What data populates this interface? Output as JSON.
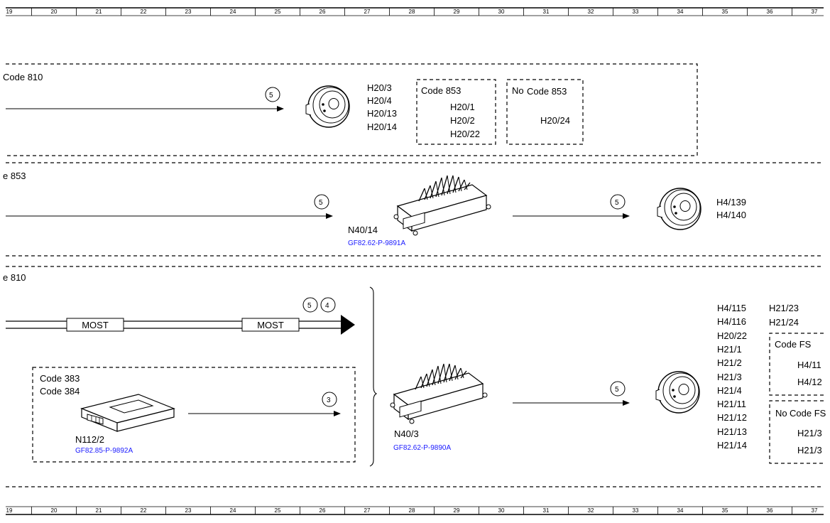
{
  "ruler": {
    "numbers": [
      "19",
      "20",
      "21",
      "22",
      "23",
      "24",
      "25",
      "26",
      "27",
      "28",
      "29",
      "30",
      "31",
      "32",
      "33",
      "34",
      "35",
      "36",
      "37"
    ]
  },
  "section1": {
    "heading": "Code 810",
    "circle": "5",
    "ids": [
      "H20/3",
      "H20/4",
      "H20/13",
      "H20/14"
    ],
    "box_a": {
      "title": "Code 853",
      "ids": [
        "H20/1",
        "H20/2",
        "H20/22"
      ]
    },
    "box_b": {
      "prefix": "No",
      "title": "Code 853",
      "ids": [
        "H20/24"
      ]
    }
  },
  "section2": {
    "heading": "e 853",
    "circle_left": "5",
    "module": "N40/14",
    "module_link": "GF82.62-P-9891A",
    "circle_right": "5",
    "ids": [
      "H4/139",
      "H4/140"
    ]
  },
  "section3": {
    "heading": "e 810",
    "most_left": "MOST",
    "most_right": "MOST",
    "circle_a": "5",
    "circle_b": "4",
    "sub_codes": [
      "Code 383",
      "Code 384"
    ],
    "sub_module": "N112/2",
    "sub_link": "GF82.85-P-9892A",
    "circle_sub": "3",
    "module": "N40/3",
    "module_link": "GF82.62-P-9890A",
    "circle_right": "5",
    "ids_col1": [
      "H4/115",
      "H4/116",
      "H20/22",
      "H21/1",
      "H21/2",
      "H21/3",
      "H21/4",
      "H21/11",
      "H21/12",
      "H21/13",
      "H21/14"
    ],
    "ids_col2": [
      "H21/23",
      "H21/24"
    ],
    "box_fs": {
      "title": "Code FS",
      "ids": [
        "H4/11",
        "H4/12"
      ]
    },
    "box_nofs": {
      "prefix": "No",
      "title": "Code FS",
      "ids": [
        "H21/3",
        "H21/3"
      ]
    }
  }
}
